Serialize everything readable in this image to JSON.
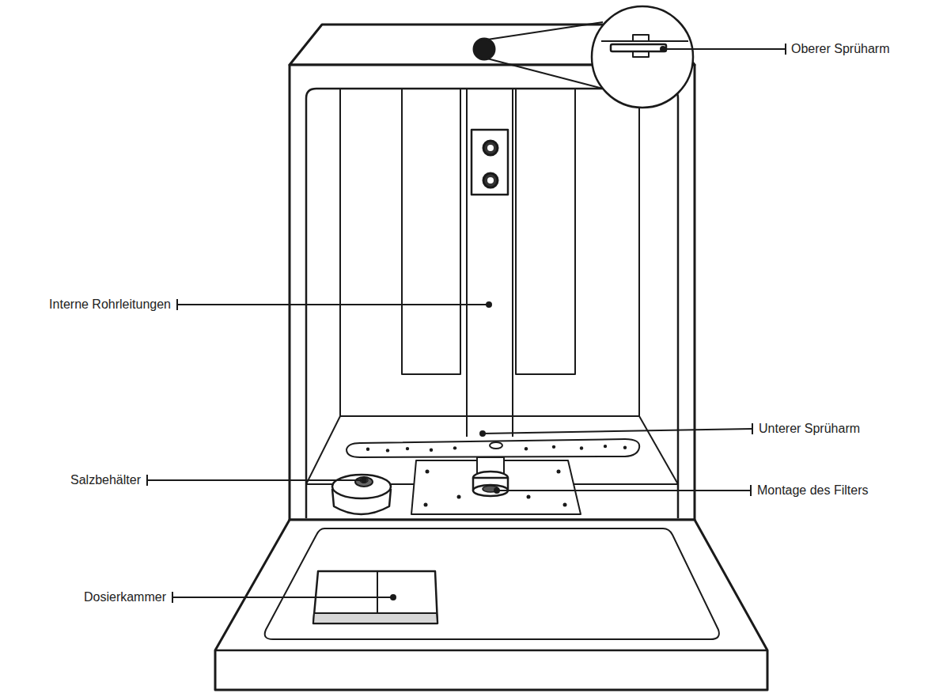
{
  "diagram": {
    "labels": [
      "Oberer Sprüharm",
      "Interne Rohrleitungen",
      "Unterer Sprüharm",
      "Salzbehälter",
      "Montage des Filters",
      "Dosierkammer"
    ]
  }
}
